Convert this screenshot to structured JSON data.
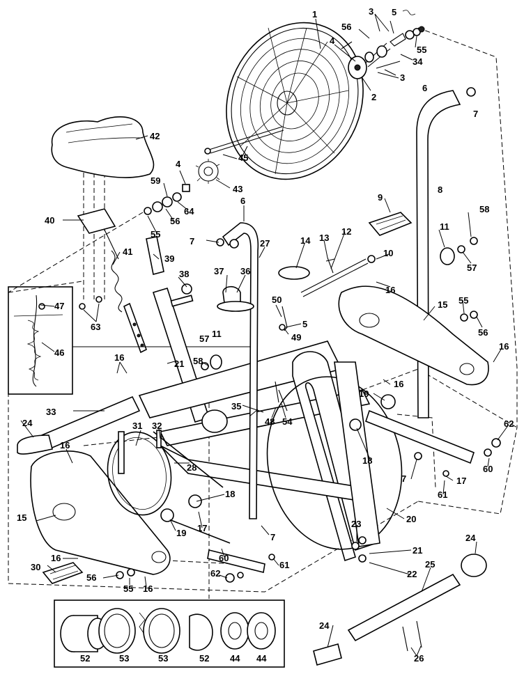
{
  "labels": {
    "p1": "1",
    "p2": "2",
    "p3a": "3",
    "p3b": "3",
    "p4a": "4",
    "p4b": "4",
    "p5a": "5",
    "p5b": "5",
    "p6a": "6",
    "p6b": "6",
    "p7a": "7",
    "p7b": "7",
    "p7c": "7",
    "p7d": "7",
    "p8": "8",
    "p9": "9",
    "p10": "10",
    "p11a": "11",
    "p11b": "11",
    "p12": "12",
    "p13": "13",
    "p14": "14",
    "p15a": "15",
    "p15b": "15",
    "p16a": "16",
    "p16b": "16",
    "p16c": "16",
    "p16d": "16",
    "p16e": "16",
    "p16f": "16",
    "p16g": "16",
    "p17a": "17",
    "p17b": "17",
    "p18a": "18",
    "p18b": "18",
    "p19a": "19",
    "p19b": "19",
    "p20": "20",
    "p21a": "21",
    "p21b": "21",
    "p22": "22",
    "p23": "23",
    "p24a": "24",
    "p24b": "24",
    "p24c": "24",
    "p25": "25",
    "p26": "26",
    "p27": "27",
    "p28": "28",
    "p30": "30",
    "p31": "31",
    "p32": "32",
    "p33": "33",
    "p34": "34",
    "p35": "35",
    "p36": "36",
    "p37": "37",
    "p38": "38",
    "p39": "39",
    "p40": "40",
    "p41": "41",
    "p42": "42",
    "p43": "43",
    "p44a": "44",
    "p44b": "44",
    "p45": "45",
    "p46": "46",
    "p47": "47",
    "p48": "48",
    "p49": "49",
    "p50": "50",
    "p52a": "52",
    "p52b": "52",
    "p53a": "53",
    "p53b": "53",
    "p54": "54",
    "p55a": "55",
    "p55b": "55",
    "p55c": "55",
    "p55d": "55",
    "p56a": "56",
    "p56b": "56",
    "p56c": "56",
    "p56d": "56",
    "p57a": "57",
    "p57b": "57",
    "p58a": "58",
    "p58b": "58",
    "p59": "59",
    "p60a": "60",
    "p60b": "60",
    "p61a": "61",
    "p61b": "61",
    "p62a": "62",
    "p62b": "62",
    "p63": "63",
    "p64": "64"
  }
}
